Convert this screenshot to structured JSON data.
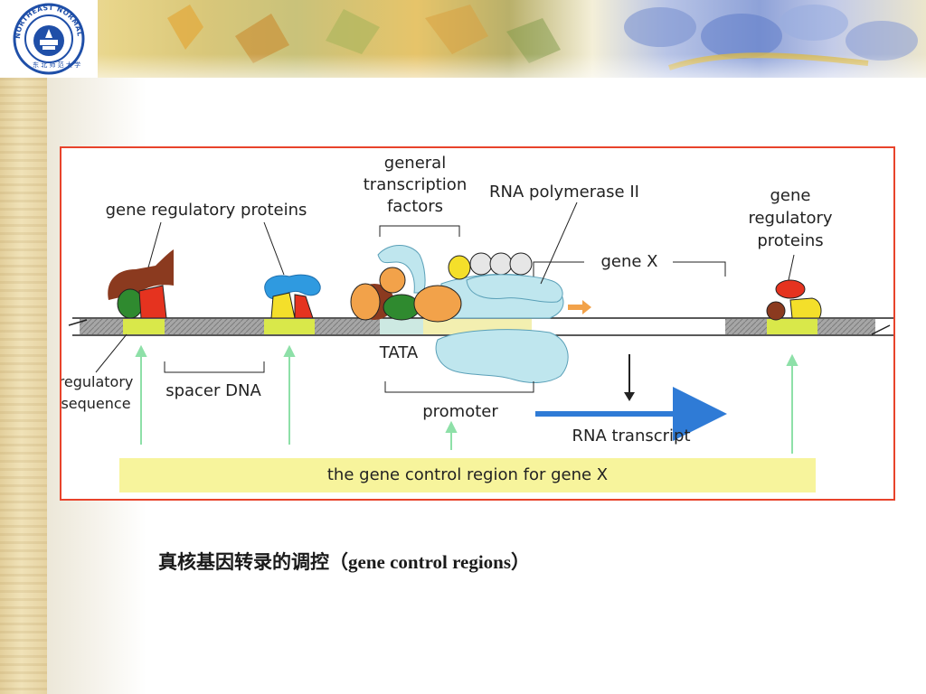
{
  "logo": {
    "ring_text": "NORTHEAST NORMAL UNIVERSITY"
  },
  "diagram": {
    "labels": {
      "gene_reg_proteins_left": "gene regulatory proteins",
      "gtf_line1": "general",
      "gtf_line2": "transcription",
      "gtf_line3": "factors",
      "rna_pol": "RNA polymerase II",
      "gene_reg_right_line1": "gene",
      "gene_reg_right_line2": "regulatory",
      "gene_reg_right_line3": "proteins",
      "gene_x": "gene X",
      "tata": "TATA",
      "reg_seq_line1": "regulatory",
      "reg_seq_line2": "sequence",
      "spacer_dna": "spacer DNA",
      "promoter": "promoter",
      "rna_transcript": "RNA transcript",
      "control_region": "the gene control region for gene X"
    },
    "colors": {
      "frame": "#e8432b",
      "control_band": "#f7f49c",
      "reg_sequence": "#d9e84a",
      "dna_gray": "#9a9a9a",
      "polymerase": "#bfe6ee",
      "arrow_blue": "#2f7bd6",
      "arrow_green": "#8ee0a8",
      "brown": "#8b3a1f",
      "red": "#e5331f",
      "green": "#2f8a2f",
      "yellow": "#f4df2a",
      "orange": "#f2a24a",
      "blue_protein": "#2f9ae0"
    }
  },
  "caption": {
    "chinese": "真核基因转录的调控",
    "english": "（gene control regions）"
  }
}
